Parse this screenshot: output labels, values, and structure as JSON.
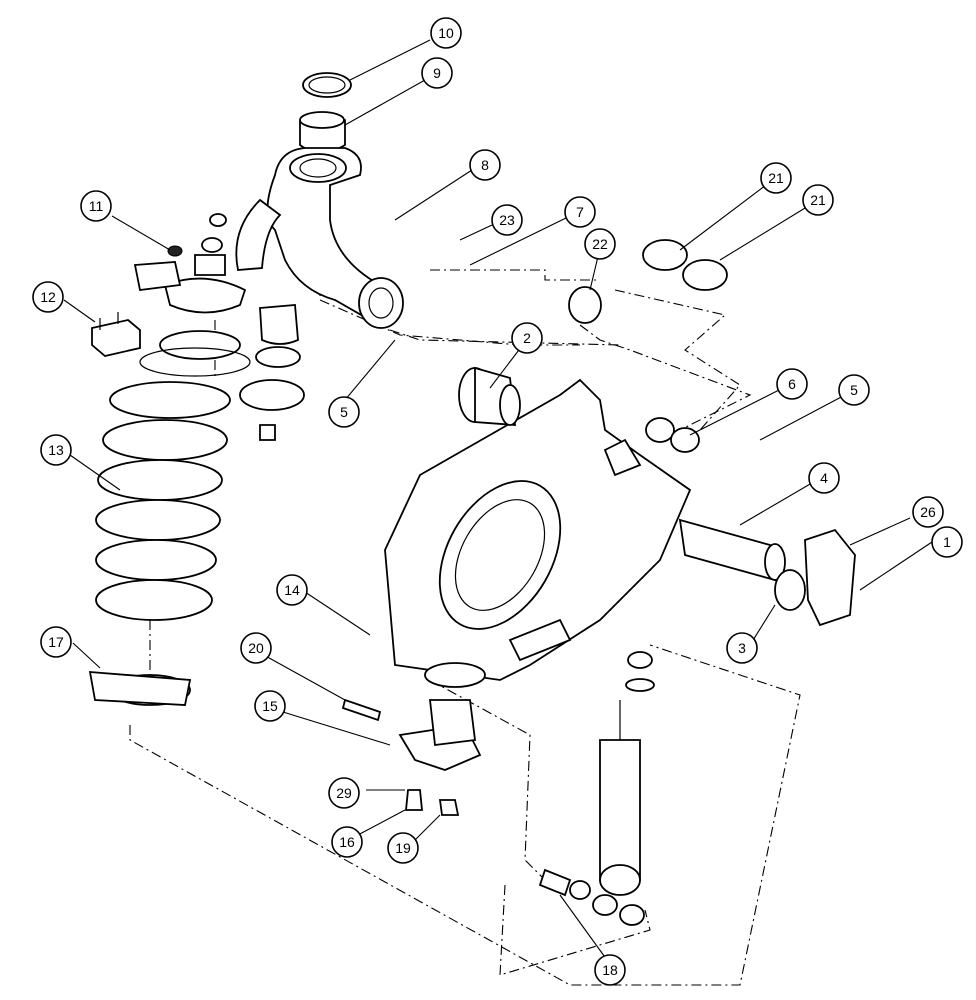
{
  "diagram": {
    "callouts": [
      {
        "id": "c10",
        "label": "10"
      },
      {
        "id": "c9",
        "label": "9"
      },
      {
        "id": "c8",
        "label": "8"
      },
      {
        "id": "c7",
        "label": "7"
      },
      {
        "id": "c23",
        "label": "23"
      },
      {
        "id": "c21a",
        "label": "21"
      },
      {
        "id": "c21b",
        "label": "21"
      },
      {
        "id": "c22",
        "label": "22"
      },
      {
        "id": "c11",
        "label": "11"
      },
      {
        "id": "c12",
        "label": "12"
      },
      {
        "id": "c2",
        "label": "2"
      },
      {
        "id": "c5a",
        "label": "5"
      },
      {
        "id": "c6",
        "label": "6"
      },
      {
        "id": "c5b",
        "label": "5"
      },
      {
        "id": "c13",
        "label": "13"
      },
      {
        "id": "c4",
        "label": "4"
      },
      {
        "id": "c26",
        "label": "26"
      },
      {
        "id": "c1",
        "label": "1"
      },
      {
        "id": "c14",
        "label": "14"
      },
      {
        "id": "c3",
        "label": "3"
      },
      {
        "id": "c17",
        "label": "17"
      },
      {
        "id": "c20",
        "label": "20"
      },
      {
        "id": "c15",
        "label": "15"
      },
      {
        "id": "c29",
        "label": "29"
      },
      {
        "id": "c16",
        "label": "16"
      },
      {
        "id": "c19",
        "label": "19"
      },
      {
        "id": "c18",
        "label": "18"
      }
    ]
  }
}
